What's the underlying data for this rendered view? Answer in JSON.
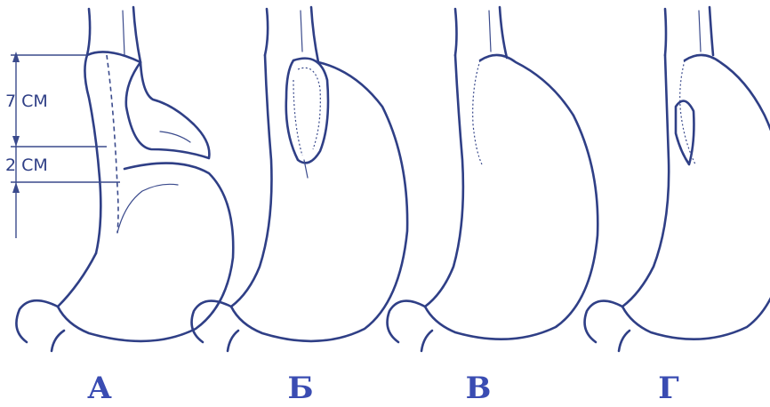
{
  "figure": {
    "measurements": {
      "upper": "7 СМ",
      "lower": "2 СМ"
    },
    "panels": [
      {
        "label": "А"
      },
      {
        "label": "Б"
      },
      {
        "label": "В"
      },
      {
        "label": "Г"
      }
    ]
  }
}
